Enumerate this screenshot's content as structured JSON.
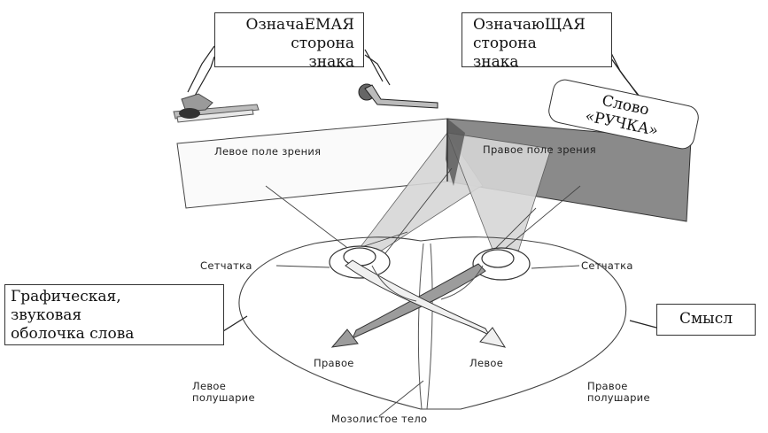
{
  "callouts": {
    "signified": [
      "ОзначаЕМАЯ",
      "сторона",
      "знака"
    ],
    "signifier": [
      "ОзначаюЩАЯ",
      "сторона",
      "знака"
    ],
    "word": [
      "Слово",
      "«РУЧКА»"
    ],
    "graphic": [
      "Графическая,",
      "звуковая",
      "оболочка слова"
    ],
    "meaning": "Смысл"
  },
  "labels": {
    "left_field": "Левое поле зрения",
    "right_field": "Правое поле зрения",
    "retina_left": "Сетчатка",
    "retina_right": "Сетчатка",
    "right_center": "Правое",
    "left_center": "Левое",
    "left_hemisphere": [
      "Левое",
      "полушарие"
    ],
    "right_hemisphere": [
      "Правое",
      "полушарие"
    ],
    "corpus_callosum": "Мозолистое тело"
  },
  "icons": {
    "objects_left": "pens-icon",
    "object_right": "door-handle-icon"
  },
  "colors": {
    "right_field_fill": "#8a8a8a",
    "beam_fill": "#d6d6d6",
    "pathway_fill": "#9c9c9c"
  }
}
